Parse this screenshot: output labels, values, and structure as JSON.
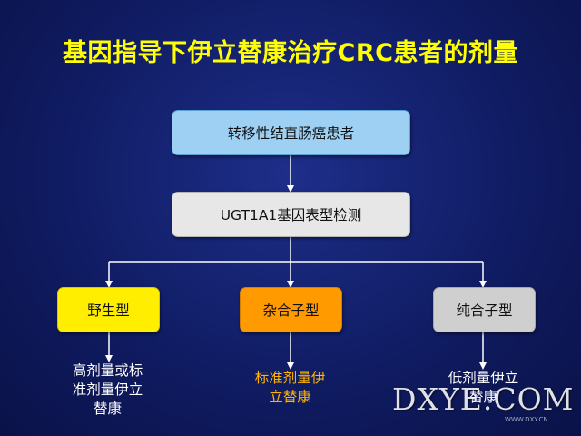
{
  "title": "基因指导下伊立替康治疗CRC患者的剂量",
  "nodes": {
    "start": "转移性结直肠癌患者",
    "test": "UGT1A1基因表型检测",
    "wild_type": "野生型",
    "heterozygous": "杂合子型",
    "homozygous": "纯合子型"
  },
  "doses": {
    "wild_type": [
      "高剂量或标",
      "准剂量伊立",
      "替康"
    ],
    "heterozygous": [
      "标准剂量伊",
      "立替康"
    ],
    "homozygous": [
      "低剂量伊立",
      "替康"
    ]
  },
  "watermark": {
    "main": "DXYE.COM",
    "sub": "WWW.DXY.CN"
  },
  "colors": {
    "background": "#101c63",
    "title": "#ffff00",
    "start_box": "#9dd0f3",
    "test_box": "#e7e7e7",
    "wild_box": "#ffee00",
    "hetero_box": "#ff9a00",
    "homo_box": "#cfcfcf",
    "hetero_dose_text": "#ffb400"
  }
}
